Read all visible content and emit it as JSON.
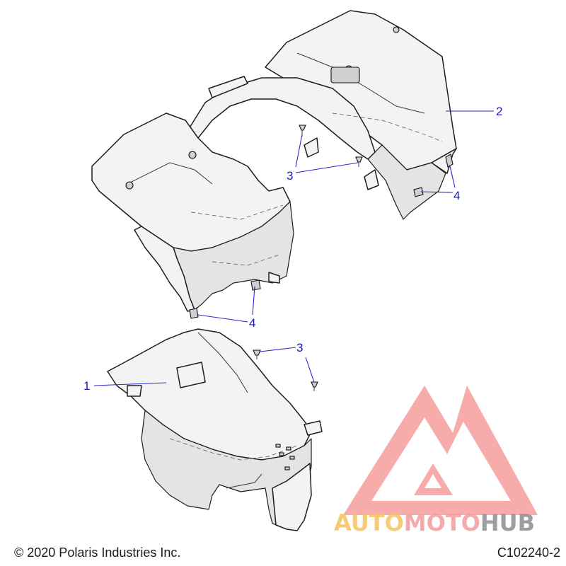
{
  "callouts": [
    {
      "id": "c1",
      "label": "1"
    },
    {
      "id": "c2",
      "label": "2"
    },
    {
      "id": "c3a",
      "label": "3"
    },
    {
      "id": "c3b",
      "label": "3"
    },
    {
      "id": "c4a",
      "label": "4"
    },
    {
      "id": "c4b",
      "label": "4"
    }
  ],
  "watermark": {
    "brand_auto": "AUTO",
    "brand_moto": "MOTO",
    "brand_hub": "HUB",
    "colors": {
      "mark": "#ef4b4b",
      "auto": "#f5b840",
      "moto": "#f08a8a",
      "hub": "#7a7a7a"
    }
  },
  "footer": {
    "copyright": "© 2020 Polaris Industries Inc.",
    "figure_code": "C102240-2"
  },
  "colors": {
    "callout": "#1a1ab8",
    "line_art": "#1e1e1e"
  }
}
